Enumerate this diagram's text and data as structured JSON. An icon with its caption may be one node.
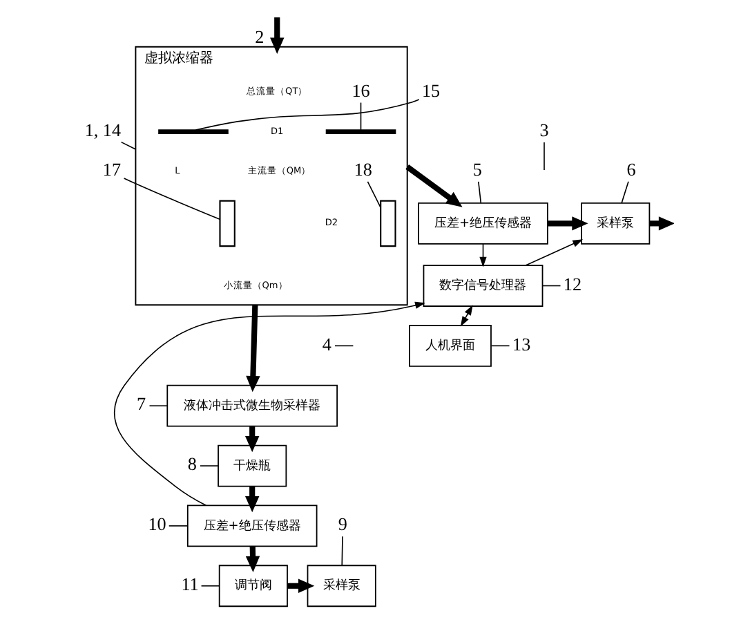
{
  "diagram": {
    "nodes": [
      {
        "text": [
          "虚拟浓缩器"
        ]
      },
      {
        "text": [],
        "shape": "bar",
        "in": 0
      },
      {
        "text": [],
        "shape": "bar",
        "in": 0
      },
      {
        "text": [],
        "shape": "box",
        "in": 0
      },
      {
        "text": [],
        "shape": "box",
        "in": 0
      },
      {
        "text": [
          "15"
        ]
      },
      {
        "text": [
          "16"
        ],
        "in": 0
      },
      {
        "text": [
          "1, 14"
        ]
      },
      {
        "text": [
          "17"
        ]
      },
      {
        "text": [
          "18"
        ],
        "in": 0
      },
      {
        "text": [
          "3"
        ]
      },
      {
        "text": [
          "5"
        ]
      },
      {
        "text": [
          "6"
        ]
      },
      {
        "text": [
          "压差+绝压传感器"
        ]
      },
      {
        "text": [
          "采样泵"
        ]
      },
      {
        "text": [
          "数字信号处理器"
        ]
      },
      {
        "text": [
          "12"
        ]
      },
      {
        "text": [
          "4"
        ]
      },
      {
        "text": [
          "7"
        ]
      },
      {
        "text": [
          "液体冲击式微生物采样器"
        ]
      },
      {
        "text": [
          "8"
        ]
      },
      {
        "text": [
          "干燥瓶"
        ]
      },
      {
        "text": [
          "人机界面"
        ]
      },
      {
        "text": [
          "13"
        ]
      },
      {
        "text": [
          "10"
        ]
      },
      {
        "text": [
          "压差+绝压传感器"
        ]
      },
      {
        "text": [
          "11"
        ]
      },
      {
        "text": [
          "调节阀"
        ]
      },
      {
        "text": [
          "采样泵"
        ]
      },
      {
        "text": [
          "9"
        ]
      }
    ],
    "edges": [
      {
        "from": null,
        "to": 0,
        "arrow": "to",
        "label": "2",
        "style": "thick"
      },
      {
        "from": 0,
        "to": 13,
        "arrow": "to",
        "style": "thick"
      },
      {
        "from": 13,
        "to": 14,
        "arrow": "to",
        "style": "thick"
      },
      {
        "from": 14,
        "to": null,
        "arrow": "to",
        "style": "thick"
      },
      {
        "from": 0,
        "to": 19,
        "arrow": "to",
        "style": "thick"
      },
      {
        "from": 19,
        "to": 21,
        "arrow": "to",
        "style": "thick"
      },
      {
        "from": 21,
        "to": 25,
        "arrow": "to",
        "style": "thick"
      },
      {
        "from": 25,
        "to": 27,
        "arrow": "to",
        "style": "thick"
      },
      {
        "from": 27,
        "to": 28,
        "arrow": "to",
        "style": "thick"
      },
      {
        "from": 13,
        "to": 15,
        "arrow": "to"
      },
      {
        "from": 15,
        "to": 14,
        "arrow": "to"
      },
      {
        "from": 25,
        "to": 15,
        "arrow": "to"
      },
      {
        "from": 15,
        "to": 22,
        "arrow": "both"
      },
      {
        "from": 5,
        "to": 1,
        "arrow": "none"
      },
      {
        "from": 6,
        "to": 2,
        "arrow": "none"
      },
      {
        "from": 7,
        "to": 0,
        "arrow": "none"
      },
      {
        "from": 8,
        "to": 3,
        "arrow": "none"
      },
      {
        "from": 9,
        "to": 4,
        "arrow": "none"
      },
      {
        "from": 10,
        "to": null,
        "arrow": "none"
      },
      {
        "from": 11,
        "to": 13,
        "arrow": "none"
      },
      {
        "from": 12,
        "to": 14,
        "arrow": "none"
      },
      {
        "from": 16,
        "to": 15,
        "arrow": "none"
      },
      {
        "from": 17,
        "to": null,
        "arrow": "none"
      },
      {
        "from": 18,
        "to": 19,
        "arrow": "none"
      },
      {
        "from": 20,
        "to": 21,
        "arrow": "none"
      },
      {
        "from": 23,
        "to": 22,
        "arrow": "none"
      },
      {
        "from": 24,
        "to": 25,
        "arrow": "none"
      },
      {
        "from": 26,
        "to": 27,
        "arrow": "none"
      },
      {
        "from": 29,
        "to": 28,
        "arrow": "none"
      }
    ],
    "labels": [
      "总流量（QT）",
      "D1",
      "L",
      "主流量（QM）",
      "D2",
      "小流量（Qm）"
    ]
  }
}
